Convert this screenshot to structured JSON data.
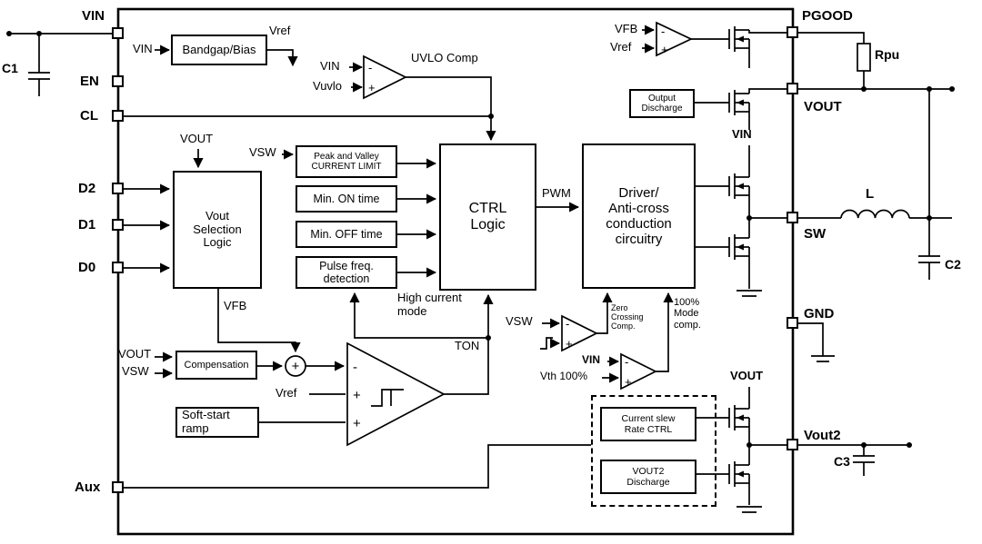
{
  "pins": {
    "vin": "VIN",
    "en": "EN",
    "cl": "CL",
    "d2": "D2",
    "d1": "D1",
    "d0": "D0",
    "aux": "Aux",
    "pgood": "PGOOD",
    "vout": "VOUT",
    "sw": "SW",
    "gnd": "GND",
    "vout2": "Vout2"
  },
  "external_components": {
    "c1": "C1",
    "rpu": "Rpu",
    "l": "L",
    "c2": "C2",
    "c3": "C3"
  },
  "blocks": {
    "bandgap": "Bandgap/Bias",
    "vout_selection": "Vout\nSelection\nLogic",
    "peak_valley": "Peak and Valley\nCURRENT LIMIT",
    "min_on": "Min. ON time",
    "min_off": "Min. OFF time",
    "pulse_freq": "Pulse freq.\ndetection",
    "ctrl_logic": "CTRL\nLogic",
    "driver": "Driver/\nAnti-cross\nconduction\ncircuitry",
    "output_discharge": "Output\nDischarge",
    "compensation": "Compensation",
    "soft_start": "Soft-start\nramp",
    "current_slew": "Current slew\nRate CTRL",
    "vout2_discharge": "VOUT2\nDischarge"
  },
  "signals": {
    "vin": "VIN",
    "vref": "Vref",
    "vuvlo": "Vuvlo",
    "uvlo_comp": "UVLO Comp",
    "vout": "VOUT",
    "vsw": "VSW",
    "vfb": "VFB",
    "pwm": "PWM",
    "ton": "TON",
    "high_current_mode": "High current\nmode",
    "zero_crossing_comp": "Zero\nCrossing\nComp.",
    "mode_100_comp": "100%\nMode\ncomp.",
    "vth_100": "Vth 100%"
  },
  "glyphs": {
    "plus": "+",
    "minus": "-"
  }
}
